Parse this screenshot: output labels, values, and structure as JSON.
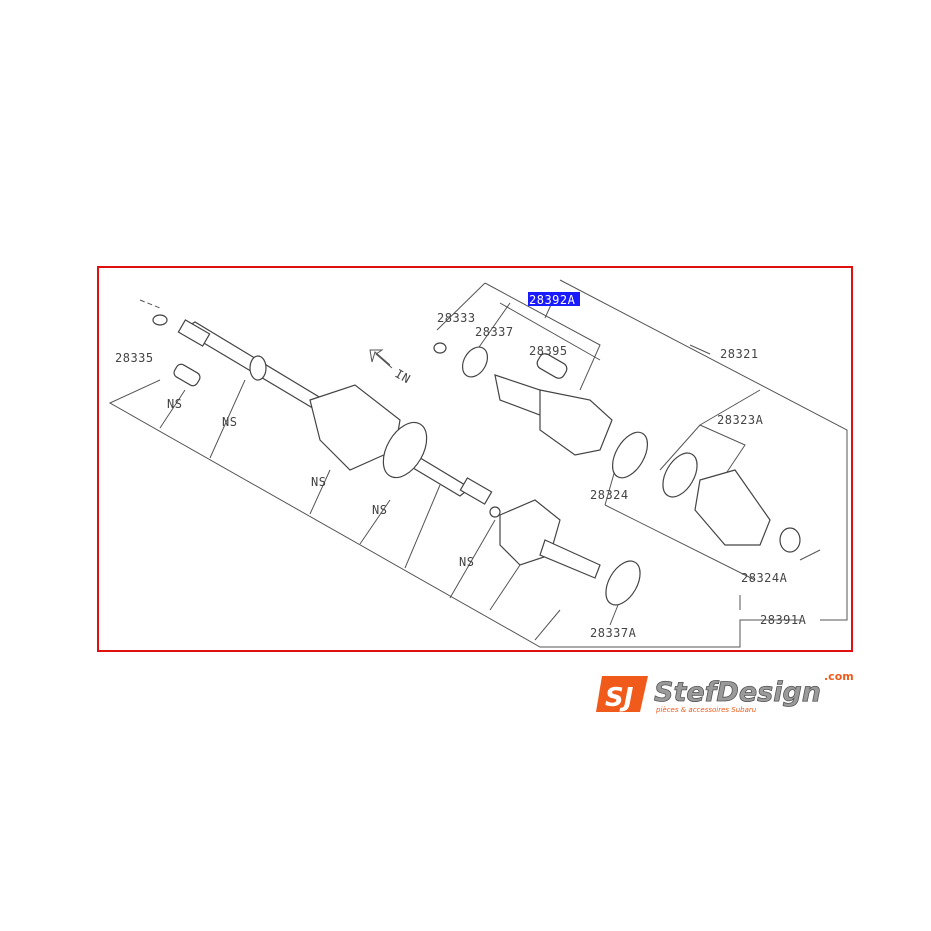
{
  "diagram": {
    "highlighted_part": "28392A",
    "highlight_color": "#1a1aff",
    "frame_color": "#e01010",
    "labels": {
      "p28392A": "28392A",
      "p28333": "28333",
      "p28337": "28337",
      "p28395": "28395",
      "p28321": "28321",
      "p28335": "28335",
      "p28323A": "28323A",
      "p28324": "28324",
      "p28324A": "28324A",
      "p28391A": "28391A",
      "p28337A": "28337A",
      "ns": "NS",
      "direction": "IN"
    }
  },
  "logo": {
    "brand": "StefDesign",
    "suffix": ".com",
    "tagline": "pièces & accessoires Subaru",
    "brand_color": "#f05a1a"
  }
}
